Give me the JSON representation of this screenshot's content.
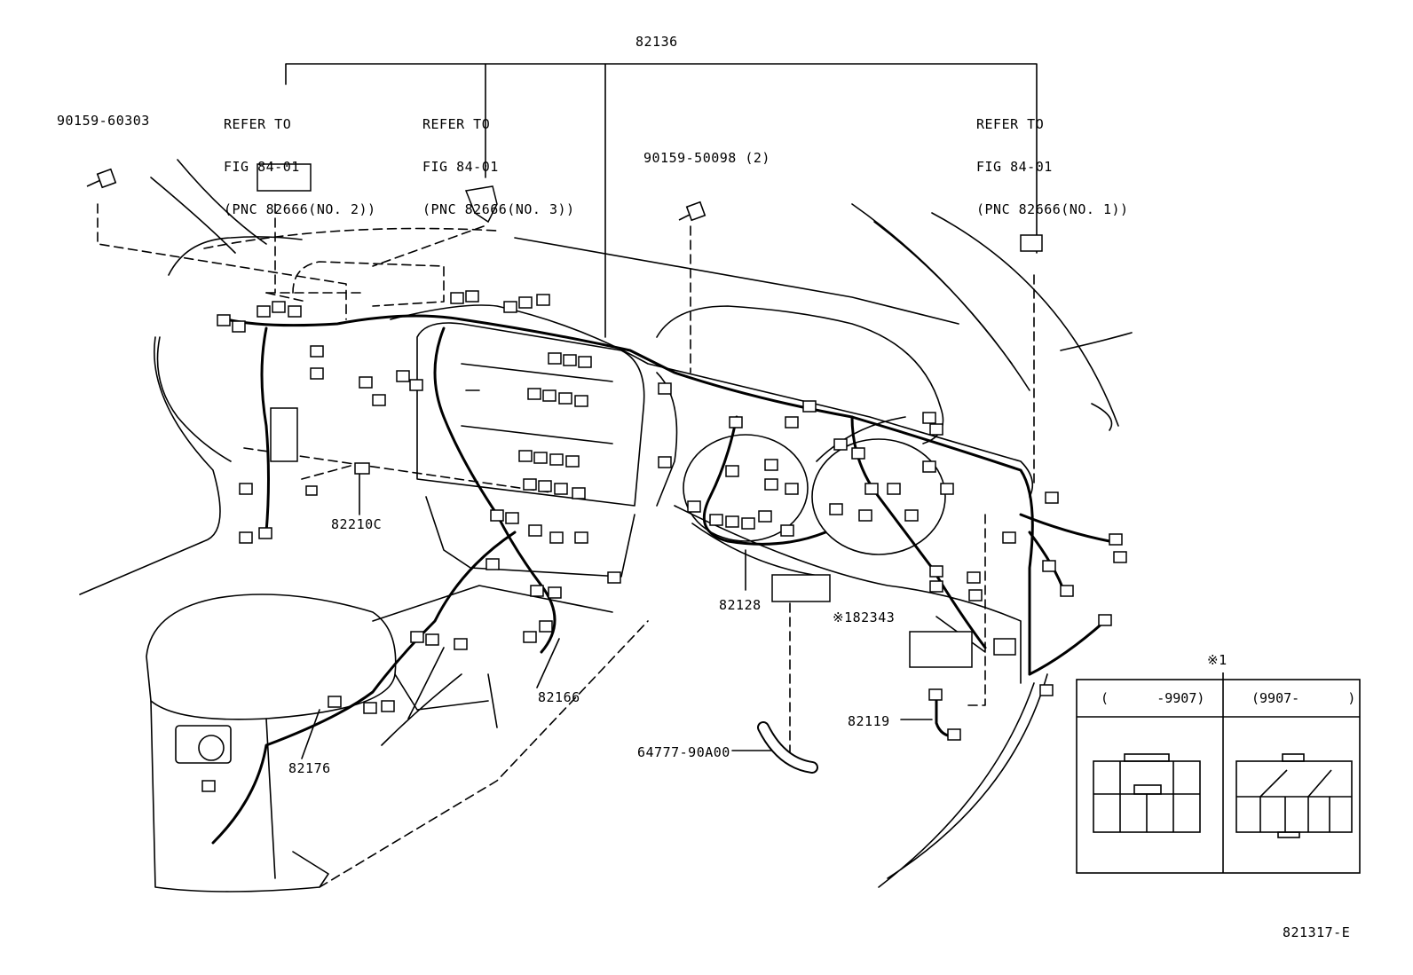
{
  "callouts": {
    "harness_main": "82136",
    "bolt_left": "90159-60303",
    "bolt_center": "90159-50098 (2)",
    "wire_82210c": "82210C",
    "wire_82128": "82128",
    "part_182343": "※182343",
    "wire_82166": "82166",
    "wire_82119": "82119",
    "wire_82176": "82176",
    "hose": "64777-90A00",
    "figure_id": "821317-E"
  },
  "refers": [
    {
      "line1": "REFER TO",
      "line2": "FIG 84-01",
      "line3": "(PNC 82666(NO. 2))"
    },
    {
      "line1": "REFER TO",
      "line2": "FIG 84-01",
      "line3": "(PNC 82666(NO. 3))"
    },
    {
      "line1": "REFER TO",
      "line2": "FIG 84-01",
      "line3": "(PNC 82666(NO. 1))"
    }
  ],
  "inset": {
    "mark": "※1",
    "col_left": "(      -9907)",
    "col_right": "(9907-      )"
  }
}
